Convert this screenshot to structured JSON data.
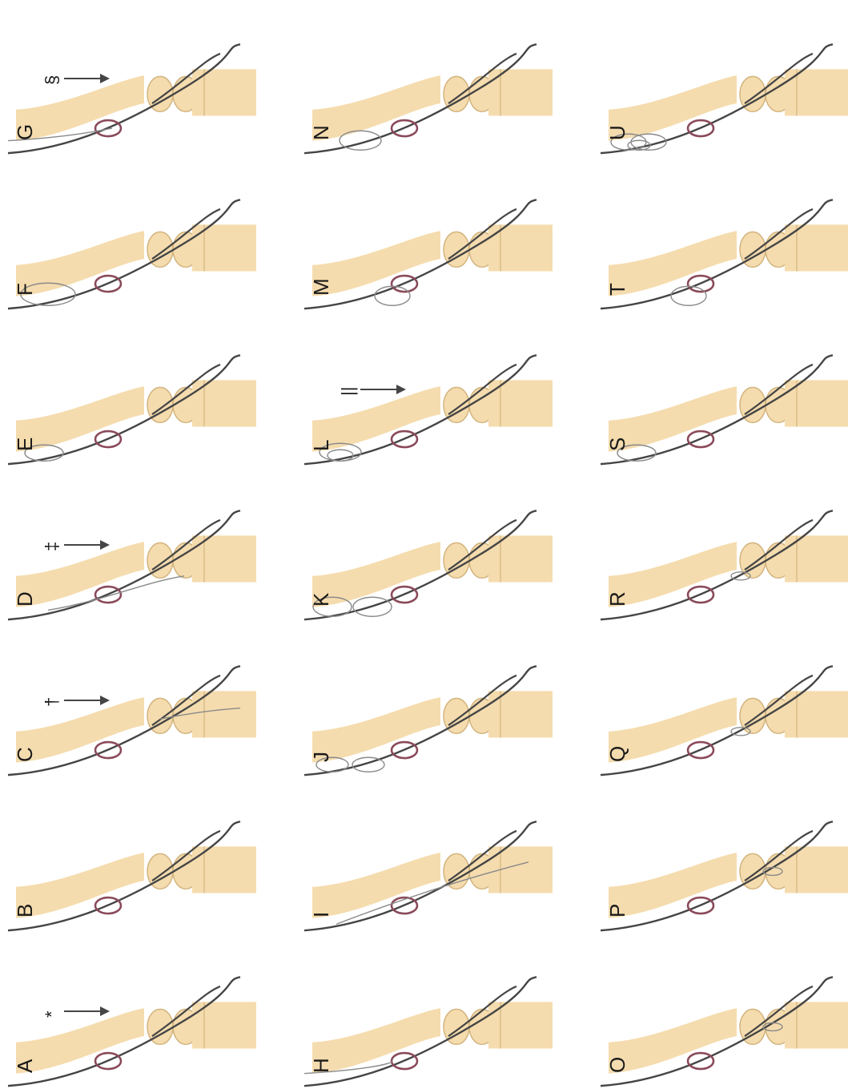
{
  "figure": {
    "panels": [
      {
        "id": "A",
        "label": "A",
        "marker": "*",
        "variant": "base"
      },
      {
        "id": "B",
        "label": "B",
        "marker": "",
        "variant": "base"
      },
      {
        "id": "C",
        "label": "C",
        "marker": "†",
        "variant": "split-distal"
      },
      {
        "id": "D",
        "label": "D",
        "marker": "‡",
        "variant": "split-proximal"
      },
      {
        "id": "E",
        "label": "E",
        "marker": "",
        "variant": "loop-one"
      },
      {
        "id": "F",
        "label": "F",
        "marker": "",
        "variant": "loop-one-large"
      },
      {
        "id": "G",
        "label": "G",
        "marker": "§",
        "variant": "parallel-top"
      },
      {
        "id": "H",
        "label": "H",
        "marker": "",
        "variant": "parallel-top-short"
      },
      {
        "id": "I",
        "label": "I",
        "marker": "",
        "variant": "parallel-mid"
      },
      {
        "id": "J",
        "label": "J",
        "marker": "",
        "variant": "loop-two"
      },
      {
        "id": "K",
        "label": "K",
        "marker": "",
        "variant": "loop-two-large"
      },
      {
        "id": "L",
        "label": "L",
        "marker": "||",
        "variant": "loop-double"
      },
      {
        "id": "M",
        "label": "M",
        "marker": "",
        "variant": "loop-near-ring"
      },
      {
        "id": "N",
        "label": "N",
        "marker": "",
        "variant": "loop-mid"
      },
      {
        "id": "O",
        "label": "O",
        "marker": "",
        "variant": "loop-small-distal"
      },
      {
        "id": "P",
        "label": "P",
        "marker": "",
        "variant": "loop-small-distal"
      },
      {
        "id": "Q",
        "label": "Q",
        "marker": "",
        "variant": "loop-small-proximal"
      },
      {
        "id": "R",
        "label": "R",
        "marker": "",
        "variant": "loop-small-proximal"
      },
      {
        "id": "S",
        "label": "S",
        "marker": "",
        "variant": "loop-one"
      },
      {
        "id": "T",
        "label": "T",
        "marker": "",
        "variant": "loop-near-ring"
      },
      {
        "id": "U",
        "label": "U",
        "marker": "",
        "variant": "loop-cluster"
      }
    ]
  },
  "colors": {
    "bone_fill": "#f5dcae",
    "bone_stroke": "#d2b47e",
    "tendon": "#454545",
    "tendon_light": "#8a8a8a",
    "ring": "#8a4a5a",
    "text": "#1a1a1a"
  }
}
